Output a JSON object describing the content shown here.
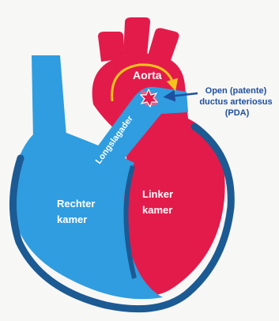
{
  "labels": {
    "aorta": "Aorta",
    "pulmonary_artery": "Longslagader",
    "right_ventricle": [
      "Rechter",
      "kamer"
    ],
    "left_ventricle": [
      "Linker",
      "kamer"
    ],
    "pda": [
      "Open (patente)",
      "ductus arteriosus",
      "(PDA)"
    ]
  },
  "colors": {
    "background": "#f7f7f5",
    "deoxygenated_blood": "#2f9de0",
    "oxygenated_blood": "#e31b4a",
    "heart_outline": "#1c5a93",
    "flow_arrow": "#f7c21b",
    "pda_label": "#1f4fa0"
  },
  "icons": {
    "flow": "curved-arrow-icon",
    "pda_marker": "starburst-icon",
    "pointer": "arrow-icon"
  }
}
